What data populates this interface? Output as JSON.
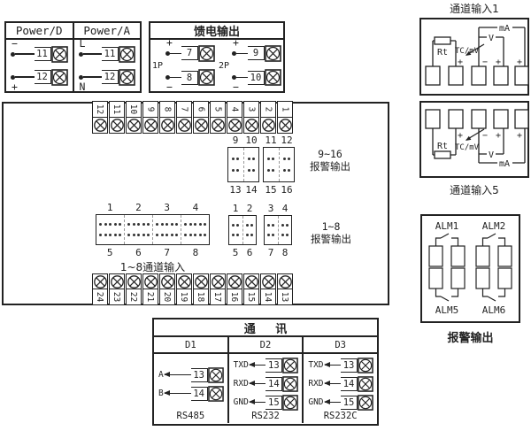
{
  "power": {
    "d_header": "Power/D",
    "a_header": "Power/A",
    "d_rows": [
      {
        "pol": "−",
        "num": "11"
      },
      {
        "pol": "+",
        "num": "12"
      }
    ],
    "a_rows": [
      {
        "pol": "L",
        "num": "11"
      },
      {
        "pol": "N",
        "num": "12"
      }
    ]
  },
  "feed": {
    "title": "馈电输出",
    "groups": [
      {
        "name": "1P",
        "rows": [
          {
            "pol": "+",
            "num": "7"
          },
          {
            "pol": "−",
            "num": "8"
          }
        ]
      },
      {
        "name": "2P",
        "rows": [
          {
            "pol": "+",
            "num": "9"
          },
          {
            "pol": "−",
            "num": "10"
          }
        ]
      }
    ]
  },
  "channel1": {
    "title": "通道输入1",
    "rt": "Rt",
    "tc": "TC/mV",
    "v": "V",
    "ma": "mA",
    "plus": "+",
    "minus": "−"
  },
  "channel5": {
    "title": "通道输入5",
    "rt": "Rt",
    "tc": "TC/mV",
    "v": "V",
    "ma": "mA",
    "plus": "+",
    "minus": "−"
  },
  "alarm_relay": {
    "title": "报警输出",
    "labels": [
      "ALM1",
      "ALM2",
      "ALM5",
      "ALM6"
    ]
  },
  "board": {
    "top_strip": [
      "12",
      "11",
      "10",
      "9",
      "8",
      "7",
      "6",
      "5",
      "4",
      "3",
      "2",
      "1"
    ],
    "bottom_strip": [
      "24",
      "23",
      "22",
      "21",
      "20",
      "19",
      "18",
      "17",
      "16",
      "15",
      "14",
      "13"
    ],
    "alarm916": {
      "top": [
        "9",
        "10",
        "11",
        "12"
      ],
      "bottom": [
        "13",
        "14",
        "15",
        "16"
      ],
      "caption1": "9~16",
      "caption2": "报警输出"
    },
    "alarm18": {
      "top": [
        "1",
        "2",
        "3",
        "4"
      ],
      "bottom": [
        "5",
        "6",
        "7",
        "8"
      ],
      "caption1": "1~8",
      "caption2": "报警输出"
    },
    "chin": {
      "top": [
        "1",
        "2",
        "3",
        "4"
      ],
      "bottom": [
        "5",
        "6",
        "7",
        "8"
      ],
      "caption": "1~8通道输入"
    }
  },
  "comm": {
    "title": "通 讯",
    "cols": [
      {
        "name": "D1",
        "type": "RS485",
        "rows": [
          {
            "sig": "A",
            "num": "13"
          },
          {
            "sig": "B",
            "num": "14"
          }
        ]
      },
      {
        "name": "D2",
        "type": "RS232",
        "rows": [
          {
            "sig": "TXD",
            "num": "13"
          },
          {
            "sig": "RXD",
            "num": "14"
          },
          {
            "sig": "GND",
            "num": "15"
          }
        ]
      },
      {
        "name": "D3",
        "type": "RS232C",
        "rows": [
          {
            "sig": "TXD",
            "num": "13"
          },
          {
            "sig": "RXD",
            "num": "14"
          },
          {
            "sig": "GND",
            "num": "15"
          }
        ]
      }
    ]
  }
}
